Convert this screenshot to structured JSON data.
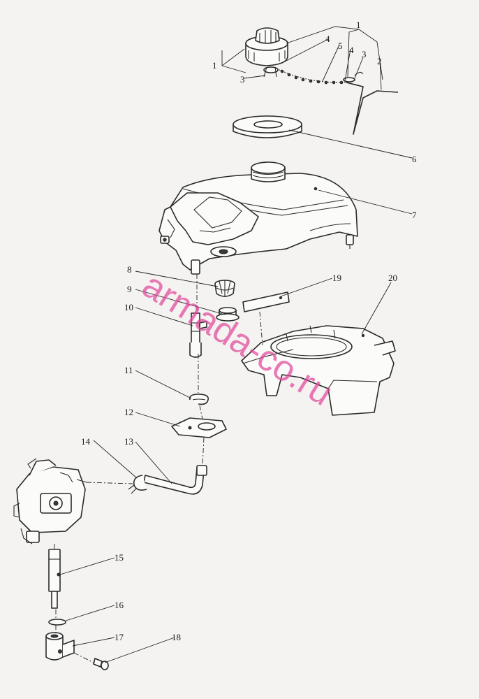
{
  "diagram": {
    "callouts": [
      {
        "id": "c1a",
        "text": "1"
      },
      {
        "id": "c1b",
        "text": "1"
      },
      {
        "id": "c2",
        "text": "2"
      },
      {
        "id": "c3a",
        "text": "3"
      },
      {
        "id": "c3b",
        "text": "3"
      },
      {
        "id": "c4a",
        "text": "4"
      },
      {
        "id": "c4b",
        "text": "4"
      },
      {
        "id": "c5",
        "text": "5"
      },
      {
        "id": "c6",
        "text": "6"
      },
      {
        "id": "c7",
        "text": "7"
      },
      {
        "id": "c8",
        "text": "8"
      },
      {
        "id": "c9",
        "text": "9"
      },
      {
        "id": "c10",
        "text": "10"
      },
      {
        "id": "c11",
        "text": "11"
      },
      {
        "id": "c12",
        "text": "12"
      },
      {
        "id": "c13",
        "text": "13"
      },
      {
        "id": "c14",
        "text": "14"
      },
      {
        "id": "c15",
        "text": "15"
      },
      {
        "id": "c16",
        "text": "16"
      },
      {
        "id": "c17",
        "text": "17"
      },
      {
        "id": "c18",
        "text": "18"
      },
      {
        "id": "c19",
        "text": "19"
      },
      {
        "id": "c20",
        "text": "20"
      }
    ],
    "watermark": "armada-co.ru"
  }
}
